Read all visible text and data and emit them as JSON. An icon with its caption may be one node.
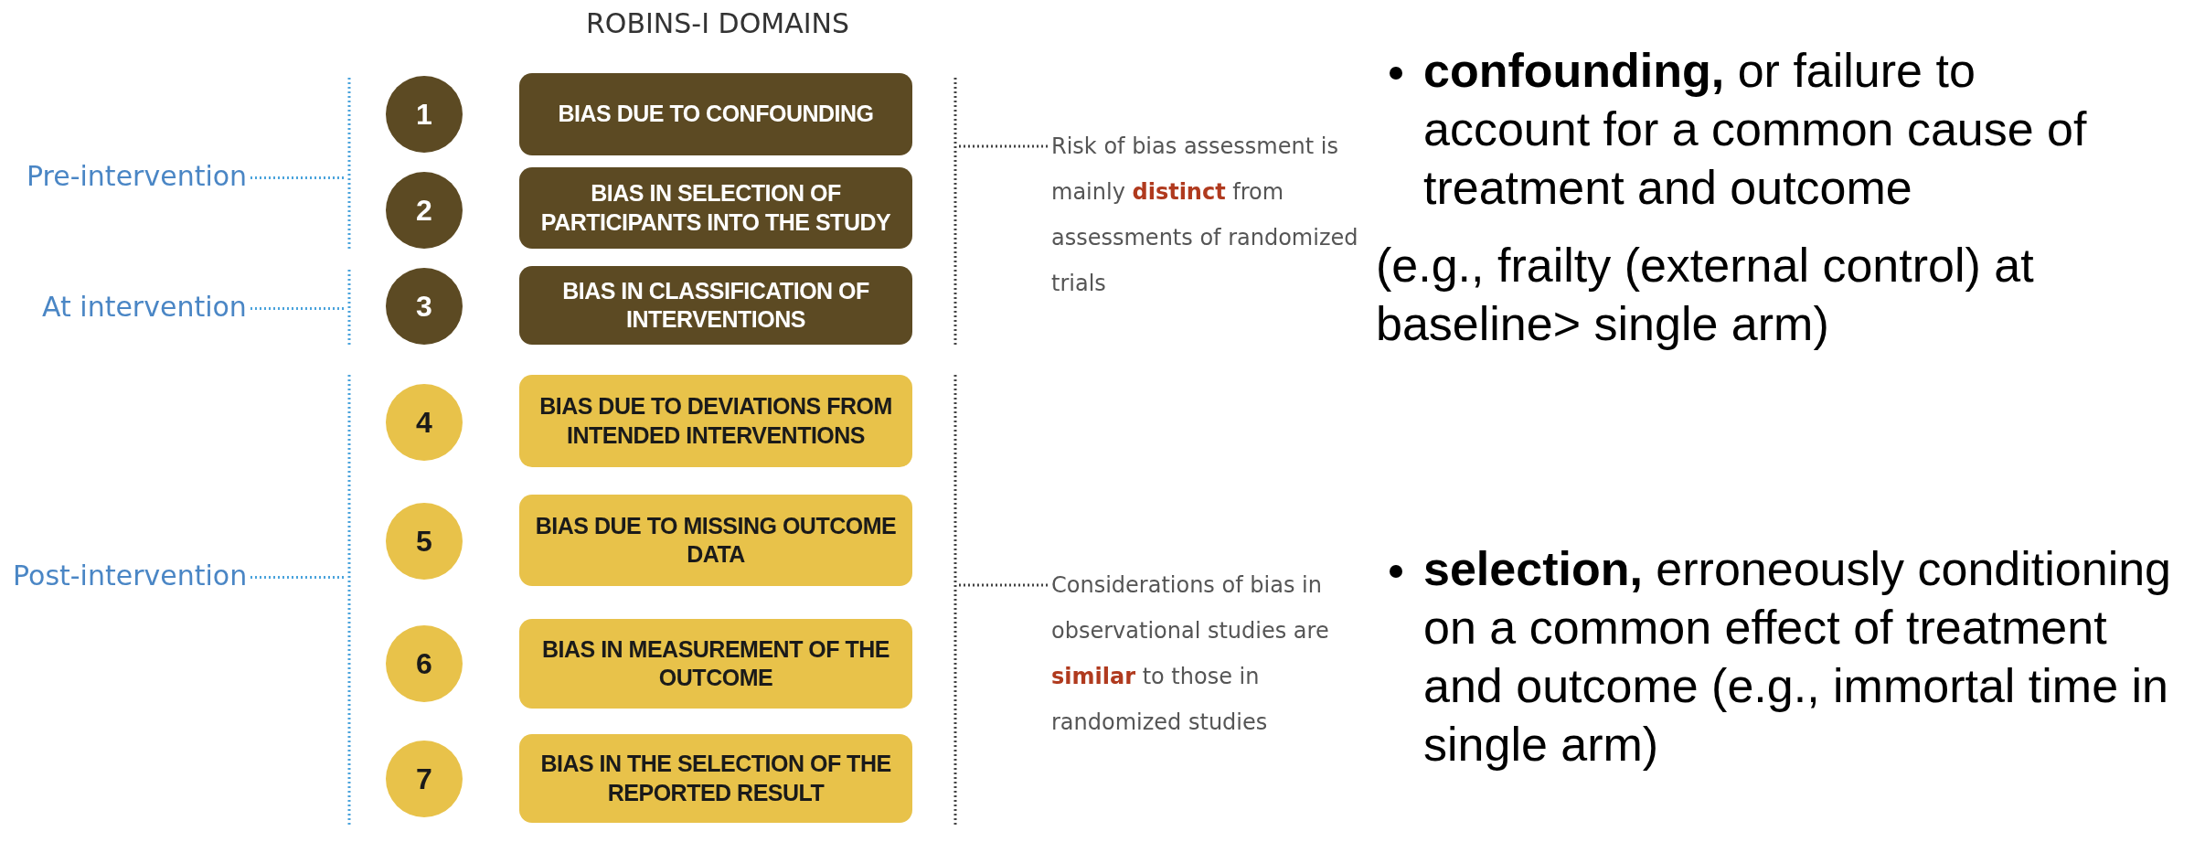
{
  "diagram": {
    "title": "ROBINS-I DOMAINS",
    "nodes": [
      {
        "text": [
          "Pre-intervention"
        ]
      },
      {
        "text": [
          "At intervention"
        ]
      },
      {
        "text": [
          "Post-intervention"
        ]
      },
      {
        "text": [
          "1"
        ]
      },
      {
        "text": [
          "2"
        ]
      },
      {
        "text": [
          "3"
        ]
      },
      {
        "text": [
          "4"
        ]
      },
      {
        "text": [
          "5"
        ]
      },
      {
        "text": [
          "6"
        ]
      },
      {
        "text": [
          "7"
        ]
      },
      {
        "text": [
          "BIAS DUE TO CONFOUNDING"
        ]
      },
      {
        "text": [
          "BIAS IN SELECTION OF PARTICIPANTS INTO THE STUDY"
        ]
      },
      {
        "text": [
          "BIAS IN CLASSIFICATION OF INTERVENTIONS"
        ]
      },
      {
        "text": [
          "BIAS DUE TO DEVIATIONS FROM INTENDED INTERVENTIONS"
        ]
      },
      {
        "text": [
          "BIAS DUE TO MISSING OUTCOME DATA"
        ]
      },
      {
        "text": [
          "BIAS IN MEASUREMENT OF THE OUTCOME"
        ]
      },
      {
        "text": [
          "BIAS IN THE SELECTION OF THE REPORTED RESULT"
        ]
      },
      {
        "text": [
          "Risk of bias assessment is mainly **distinct** from assessments of randomized trials"
        ]
      },
      {
        "text": [
          "Considerations of bias in observational studies are **similar** to those in randomized studies"
        ]
      }
    ],
    "edges": [
      {
        "from": 0,
        "to": null,
        "arrow": "none"
      },
      {
        "from": 1,
        "to": null,
        "arrow": "none"
      },
      {
        "from": 2,
        "to": null,
        "arrow": "none"
      },
      {
        "from": 17,
        "to": null,
        "arrow": "none",
        "color": "#444444"
      },
      {
        "from": 18,
        "to": null,
        "arrow": "none",
        "color": "#444444"
      }
    ],
    "labels": [
      "**confounding,** or failure to account for a common cause of treatment and outcome",
      "(e.g., frailty (external control) at baseline> single arm)",
      "**selection,**  erroneously conditioning on a common effect of treatment and outcome (e.g., immortal time in single arm)"
    ]
  }
}
